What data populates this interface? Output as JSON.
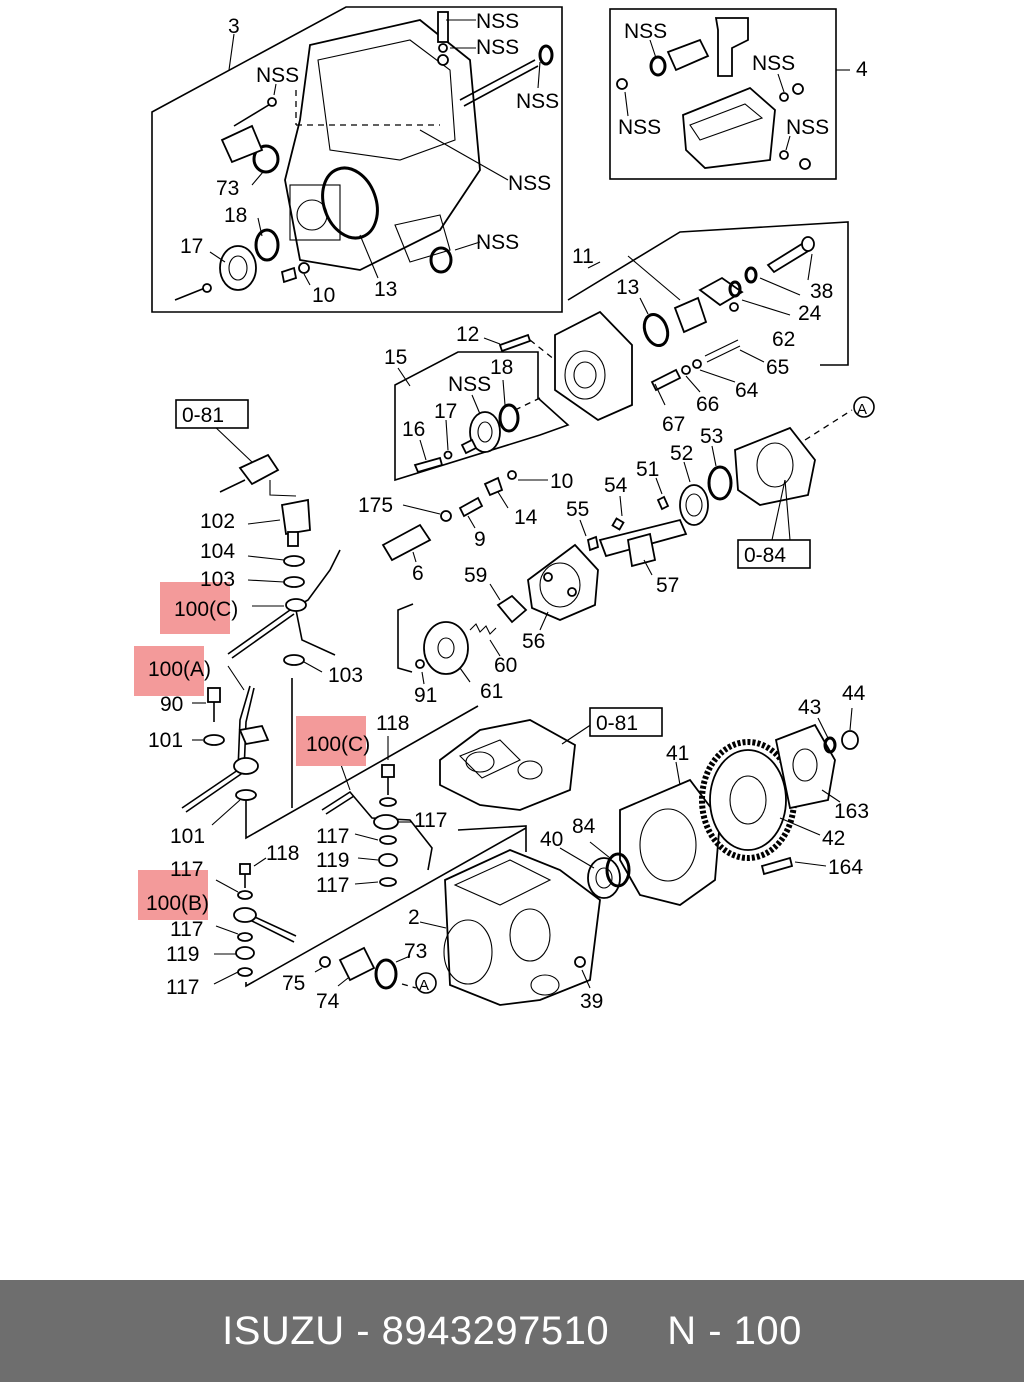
{
  "footer": {
    "brand": "ISUZU",
    "sep1": " - ",
    "part_number": "8943297510",
    "gap": "     ",
    "ref": "N - 100"
  },
  "diagram": {
    "ref_boxes": [
      "0-81",
      "0-84",
      "0-81"
    ],
    "circle_marker": "A",
    "highlight_labels": [
      "100(C)",
      "100(A)",
      "100(C)",
      "100(B)"
    ],
    "labels": {
      "l3": "3",
      "l4": "4",
      "nss1": "NSS",
      "nss2": "NSS",
      "nss3": "NSS",
      "nss4": "NSS",
      "nss5": "NSS",
      "nss6": "NSS",
      "nss7": "NSS",
      "nss8": "NSS",
      "nss9": "NSS",
      "nss10": "NSS",
      "nss11": "NSS",
      "l73a": "73",
      "l18a": "18",
      "l17a": "17",
      "l10a": "10",
      "l13a": "13",
      "l11": "11",
      "l13b": "13",
      "l38": "38",
      "l24": "24",
      "l62": "62",
      "l65": "65",
      "l64": "64",
      "l66": "66",
      "l67": "67",
      "l12": "12",
      "l15": "15",
      "l18b": "18",
      "l17b": "17",
      "l16": "16",
      "l10b": "10",
      "l14": "14",
      "l175": "175",
      "l9": "9",
      "l6": "6",
      "l102": "102",
      "l104": "104",
      "l103a": "103",
      "l103b": "103",
      "l52": "52",
      "l53": "53",
      "l51": "51",
      "l54": "54",
      "l55": "55",
      "l57": "57",
      "l59": "59",
      "l56": "56",
      "l60": "60",
      "l61": "61",
      "l91": "91",
      "l90": "90",
      "l101a": "101",
      "l101b": "101",
      "l118a": "118",
      "l117a": "117",
      "l117b": "117",
      "l119a": "119",
      "l117c": "117",
      "l118b": "118",
      "l117d": "117",
      "l117e": "117",
      "l119b": "119",
      "l117f": "117",
      "l43": "43",
      "l44": "44",
      "l41": "41",
      "l163": "163",
      "l42": "42",
      "l164": "164",
      "l40": "40",
      "l84": "84",
      "l2": "2",
      "l73b": "73",
      "l75": "75",
      "l74": "74",
      "l39": "39"
    }
  }
}
